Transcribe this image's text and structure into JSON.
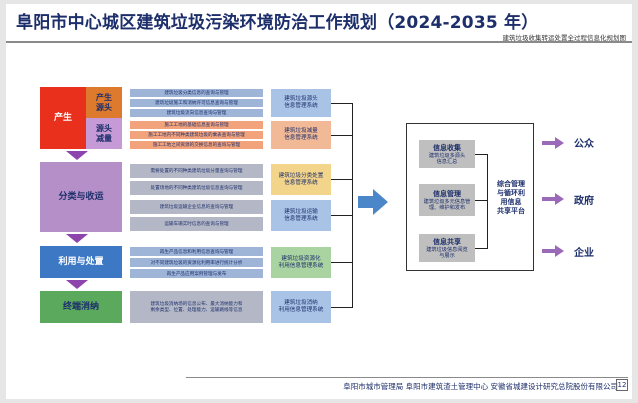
{
  "header": {
    "title": "阜阳市中心城区建筑垃圾污染环境防治工作规划（2024-2035 年）",
    "subtitle": "建筑垃圾收集转运处置全过程信息化规划图"
  },
  "phases": {
    "produce": "产生",
    "source": "产生\n源头",
    "reduce": "源头\n减量",
    "sort": "分类与收运",
    "use": "利用与处置",
    "final": "终端消纳"
  },
  "items": {
    "source": [
      "建筑垃圾分类信息的查询与管理",
      "建筑垃圾施工和消纳许可信息查询与管理",
      "建筑垃圾流向信息查询与管理"
    ],
    "reduce": [
      "施工工地的基础信息查询与管理",
      "施工工地内不同种类建筑垃圾的乘表查询与管理",
      "施工工地之间资源的交换信息的查询与管理"
    ],
    "sort": [
      "需要处置的不同种类建筑垃圾分量查询与管理",
      "处置场地的不同种类建筑垃圾信息查询与管理",
      "建筑垃圾运输企业信息的查询与管理",
      "运输车辆实时信息的查询与管理"
    ],
    "use": [
      "再生产品信息和利用信息查询与管理",
      "对不同建筑垃圾的资源化利用率进行统计分析",
      "再生产品应用案例管理与发布"
    ],
    "final": [
      "建筑垃圾消纳场的信息公布、最大消纳能力和",
      "剩余类型、位置、处理能力、运输路线等信息"
    ]
  },
  "systems": {
    "source": "建筑垃圾源头\n信息管理系统",
    "reduce": "建筑垃圾减量\n信息管理系统",
    "sort_a": "建筑垃圾分类处置\n信息管理系统",
    "sort_b": "建筑垃圾运输\n信息管理系统",
    "use": "建筑垃圾资源化\n利用信息管理系统",
    "final": "建筑垃圾消纳\n利用信息管理系统"
  },
  "platform": {
    "collect_title": "信息收集",
    "collect_desc": "建筑垃圾多源头\n信息汇总",
    "manage_title": "信息管理",
    "manage_desc": "建筑垃圾多元信息管\n理、维护和发布",
    "share_title": "信息共享",
    "share_desc": "建筑垃圾信息阅览\n与展示",
    "center": "综合管理\n与循环利\n用信息\n共享平台"
  },
  "users": [
    "公众",
    "政府",
    "企业"
  ],
  "footer": {
    "text": "阜阳市城市管理局   阜阳市建筑渣土管理中心   安徽省城建设计研究总院股份有限公司",
    "page": "12"
  },
  "colors": {
    "red": "#e8301d",
    "orange_dark": "#dd7a2e",
    "item_blue": "#9fb5d8",
    "item_orange": "#f3a37c",
    "purple": "#b58fc7",
    "blue": "#3c78c4",
    "green": "#5aa95d",
    "gray_box": "#b4b8c6",
    "sys_blue": "#a9c3e6",
    "sys_orange": "#f2b996",
    "sys_yellow": "#f2d48a",
    "sys_green": "#a9d3a0",
    "arrow_blue": "#4a86c8",
    "arrow_purple": "#9a6ab8"
  }
}
